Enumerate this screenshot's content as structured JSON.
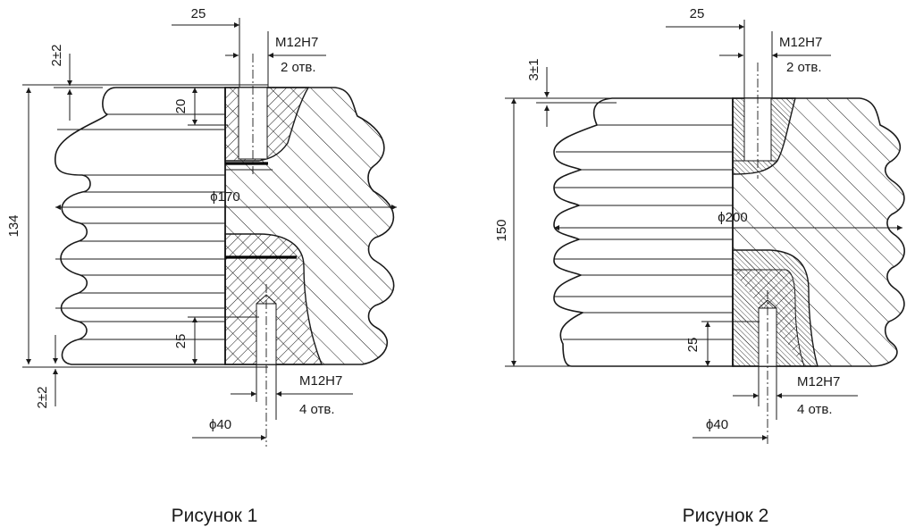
{
  "figures": [
    {
      "caption": "Рисунок 1",
      "dim_top_offset": "25",
      "dim_top_thread": "M12H7",
      "dim_top_holes": "2 отв.",
      "dim_top_gap": "2±2",
      "dim_top_depth": "20",
      "dim_height": "134",
      "dim_diameter": "ϕ170",
      "dim_bottom_depth": "25",
      "dim_bottom_thread": "M12H7",
      "dim_bottom_holes": "4 отв.",
      "dim_bottom_gap": "2±2",
      "dim_bolt_circle": "ϕ40"
    },
    {
      "caption": "Рисунок 2",
      "dim_top_offset": "25",
      "dim_top_thread": "M12H7",
      "dim_top_holes": "2 отв.",
      "dim_top_gap": "3±1",
      "dim_height": "150",
      "dim_diameter": "ϕ200",
      "dim_bottom_depth": "25",
      "dim_bottom_thread": "M12H7",
      "dim_bottom_holes": "4 отв.",
      "dim_bolt_circle": "ϕ40"
    }
  ]
}
